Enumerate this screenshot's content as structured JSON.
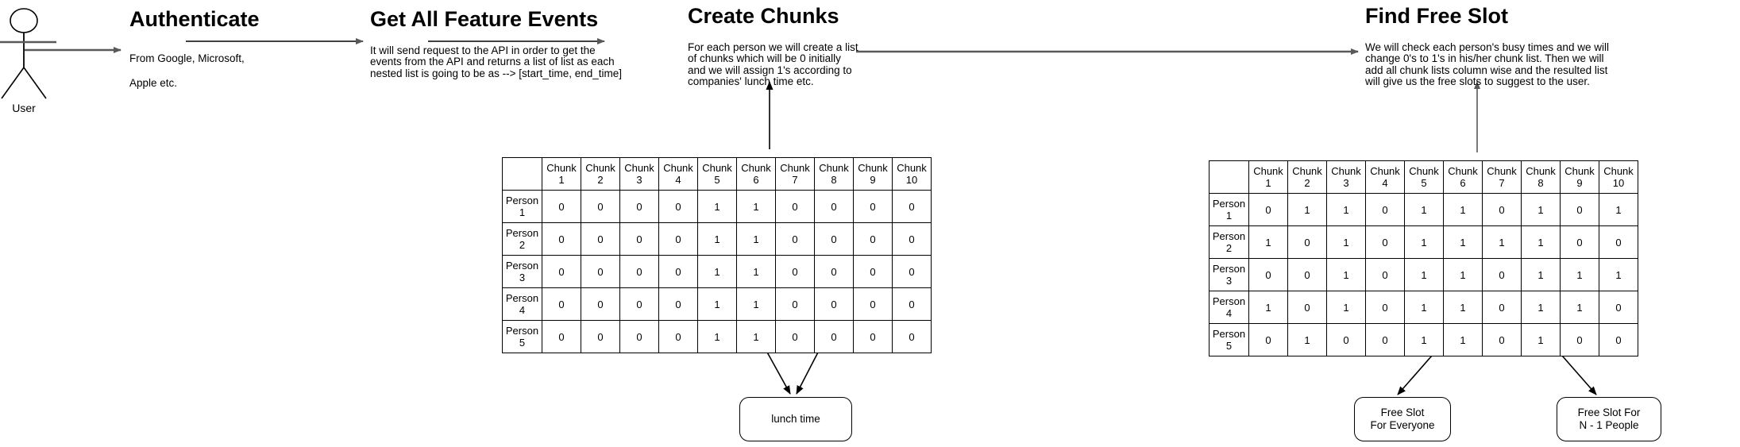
{
  "diagram": {
    "actor": {
      "label": "User",
      "icon": "stick-figure-icon"
    },
    "stages": [
      {
        "id": "authenticate",
        "title": "Authenticate",
        "description": "From Google, Microsoft,\nApple etc."
      },
      {
        "id": "get-all-feature-events",
        "title": "Get All Feature Events",
        "description": "It will send request to the API in order to get the\nevents from the API and returns a list of list as each\nnested list is going to be as --> [start_time, end_time]"
      },
      {
        "id": "create-chunks",
        "title": "Create Chunks",
        "description": "For each person we will create a list\nof chunks which will be 0 initially\nand we will assign 1's according to\ncompanies' lunch time etc."
      },
      {
        "id": "find-free-slot",
        "title": "Find Free Slot",
        "description": "We will check each person's busy times and we will\nchange 0's to 1's in his/her chunk list. Then we will\nadd all chunk lists column wise and the resulted list\nwill give us the free slots to suggest to the user."
      }
    ],
    "tables": [
      {
        "id": "create-chunks-table",
        "corner": "",
        "columns": [
          "Chunk 1",
          "Chunk 2",
          "Chunk 3",
          "Chunk 4",
          "Chunk 5",
          "Chunk 6",
          "Chunk 7",
          "Chunk 8",
          "Chunk 9",
          "Chunk 10"
        ],
        "rows": [
          {
            "label": "Person 1",
            "values": [
              0,
              0,
              0,
              0,
              1,
              1,
              0,
              0,
              0,
              0
            ]
          },
          {
            "label": "Person 2",
            "values": [
              0,
              0,
              0,
              0,
              1,
              1,
              0,
              0,
              0,
              0
            ]
          },
          {
            "label": "Person 3",
            "values": [
              0,
              0,
              0,
              0,
              1,
              1,
              0,
              0,
              0,
              0
            ]
          },
          {
            "label": "Person 4",
            "values": [
              0,
              0,
              0,
              0,
              1,
              1,
              0,
              0,
              0,
              0
            ]
          },
          {
            "label": "Person 5",
            "values": [
              0,
              0,
              0,
              0,
              1,
              1,
              0,
              0,
              0,
              0
            ]
          }
        ]
      },
      {
        "id": "find-free-slot-table",
        "corner": "",
        "columns": [
          "Chunk 1",
          "Chunk 2",
          "Chunk 3",
          "Chunk 4",
          "Chunk 5",
          "Chunk 6",
          "Chunk 7",
          "Chunk 8",
          "Chunk 9",
          "Chunk 10"
        ],
        "rows": [
          {
            "label": "Person 1",
            "values": [
              0,
              1,
              1,
              0,
              1,
              1,
              0,
              1,
              0,
              1
            ]
          },
          {
            "label": "Person 2",
            "values": [
              1,
              0,
              1,
              0,
              1,
              1,
              1,
              1,
              0,
              0
            ]
          },
          {
            "label": "Person 3",
            "values": [
              0,
              0,
              1,
              0,
              1,
              1,
              0,
              1,
              1,
              1
            ]
          },
          {
            "label": "Person 4",
            "values": [
              1,
              0,
              1,
              0,
              1,
              1,
              0,
              1,
              1,
              0
            ]
          },
          {
            "label": "Person 5",
            "values": [
              0,
              1,
              0,
              0,
              1,
              1,
              0,
              1,
              0,
              0
            ]
          }
        ]
      }
    ],
    "result_boxes": [
      {
        "id": "lunch-time-box",
        "label": "lunch time"
      },
      {
        "id": "free-slot-everyone-box",
        "label": "Free Slot\nFor  Everyone"
      },
      {
        "id": "free-slot-n-minus-1-box",
        "label": "Free Slot For\nN - 1 People"
      }
    ],
    "colors": {
      "stroke": "#000000",
      "arrow_gray": "#595959",
      "background": "#ffffff"
    }
  }
}
